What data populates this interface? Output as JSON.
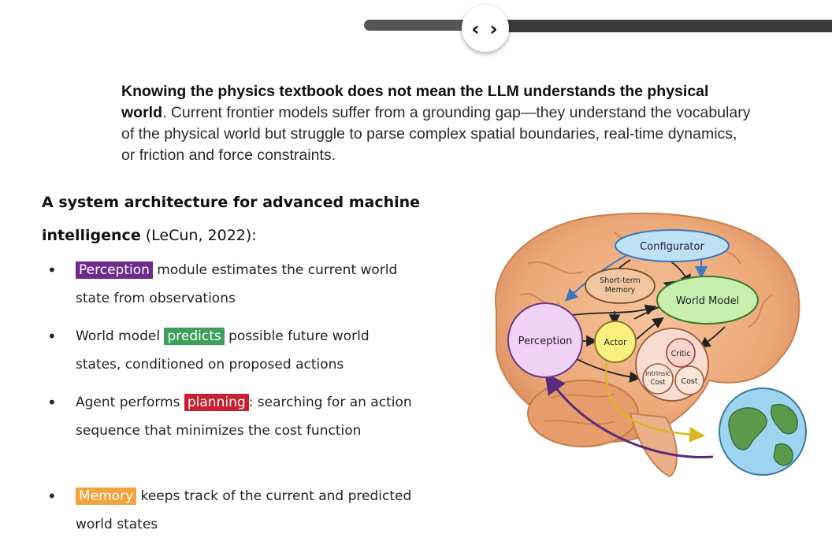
{
  "slider": {
    "handle_glyph": "‹ ›"
  },
  "intro": {
    "bold": "Knowing the physics textbook does not mean the LLM understands the physical world",
    "rest": ". Current frontier models suffer from a grounding gap—they understand the vocabulary of the physical world but struggle to parse complex spatial boundaries, real-time dynamics, or friction and force constraints."
  },
  "heading": {
    "bold1": "A system architecture for advanced machine intelligence",
    "cite": " (LeCun, 2022):"
  },
  "bullets": [
    {
      "pre": "",
      "highlight": "Perception",
      "post": " module estimates the current world state from observations",
      "color": "#6e2a8c"
    },
    {
      "pre": "World model ",
      "highlight": "predicts",
      "post": " possible future world states, conditioned on proposed  actions",
      "color": "#3aa05a"
    },
    {
      "pre": "Agent performs ",
      "highlight": "planning",
      "post": ": searching for an action sequence that minimizes the cost function",
      "color": "#c8202f"
    },
    {
      "pre": "",
      "highlight": "Memory",
      "post": "  keeps track of the current and predicted world states",
      "color": "#f3a23e"
    }
  ],
  "diagram": {
    "configurator": "Configurator",
    "short_term_memory_line1": "Short-term",
    "short_term_memory_line2": "Memory",
    "world_model": "World Model",
    "perception": "Perception",
    "actor": "Actor",
    "critic": "Critic",
    "intrinsic_cost_line1": "Intrinsic",
    "intrinsic_cost_line2": "Cost",
    "cost": "Cost"
  }
}
